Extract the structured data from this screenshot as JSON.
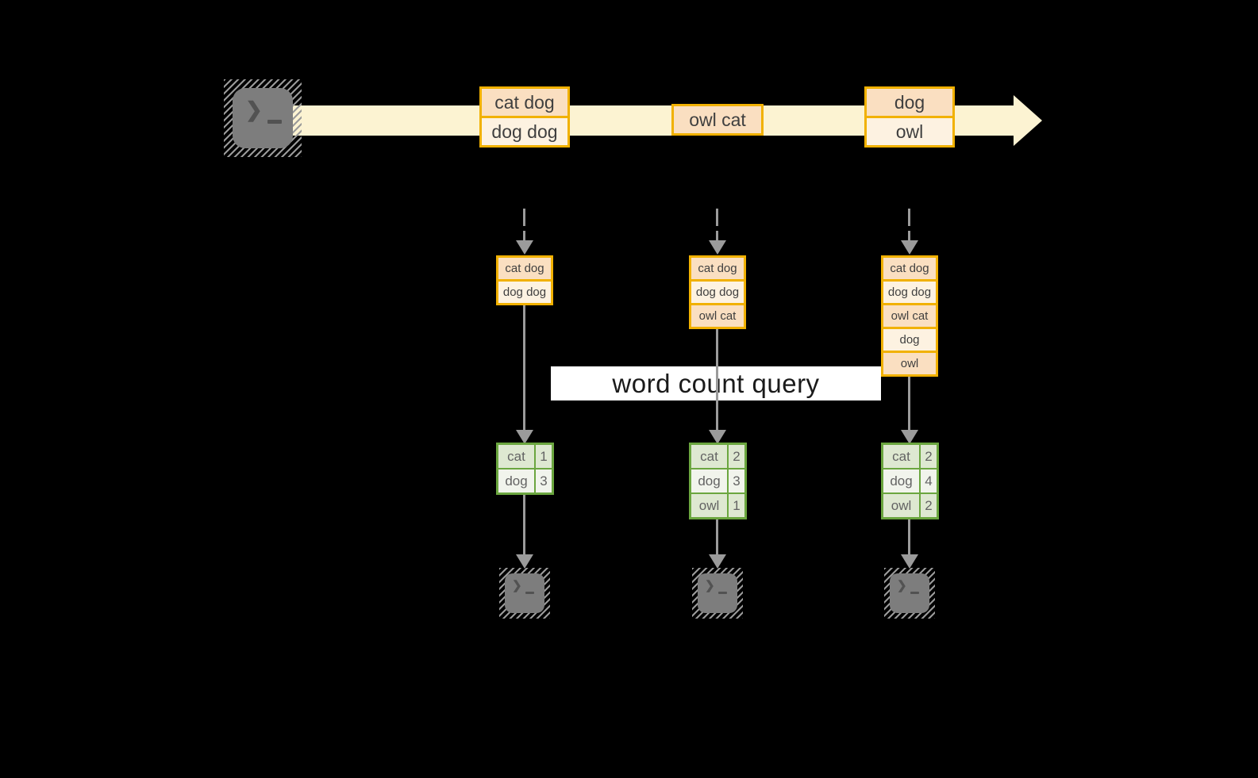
{
  "diagram": {
    "query_banner": "word count query",
    "stream_events": [
      {
        "rows": [
          "cat dog",
          "dog dog"
        ]
      },
      {
        "rows": [
          "owl cat"
        ]
      },
      {
        "rows": [
          "dog",
          "owl"
        ]
      }
    ],
    "pipelines": [
      {
        "buffer": [
          "cat dog",
          "dog dog"
        ],
        "counts": [
          {
            "word": "cat",
            "count": 1
          },
          {
            "word": "dog",
            "count": 3
          }
        ]
      },
      {
        "buffer": [
          "cat dog",
          "dog dog",
          "owl cat"
        ],
        "counts": [
          {
            "word": "cat",
            "count": 2
          },
          {
            "word": "dog",
            "count": 3
          },
          {
            "word": "owl",
            "count": 1
          }
        ]
      },
      {
        "buffer": [
          "cat dog",
          "dog dog",
          "owl cat",
          "dog",
          "owl"
        ],
        "counts": [
          {
            "word": "cat",
            "count": 2
          },
          {
            "word": "dog",
            "count": 4
          },
          {
            "word": "owl",
            "count": 2
          }
        ]
      }
    ],
    "icons": {
      "terminal_prompt": "❯"
    },
    "colors": {
      "background": "#000000",
      "gold_border": "#F1B100",
      "peach_fill": "#FADFC1",
      "cream_fill": "#FDF2E1",
      "stream_fill": "#FCF3D2",
      "green_border": "#6BA63F",
      "cell_green": "#DEE8D1",
      "cell_light": "#F1F4EC",
      "arrow_gray": "#9B9B9B",
      "terminal_gray": "#7D7D7D",
      "banner_bg": "#FFFFFF",
      "banner_text": "#1A1A1A",
      "text_dark": "#3F3F3F",
      "table_text": "#636363"
    }
  }
}
